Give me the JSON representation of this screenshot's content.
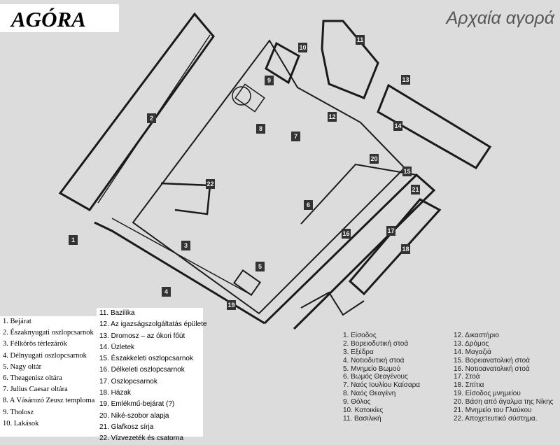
{
  "title": "AGÓRA",
  "greek_title": "Αρχαία αγορά",
  "colors": {
    "background": "#dcdcdc",
    "walls": "#1a1a1a",
    "marker": "#333333"
  },
  "markers": [
    "1",
    "2",
    "3",
    "4",
    "5",
    "6",
    "7",
    "8",
    "9",
    "10",
    "11",
    "12",
    "13",
    "14",
    "15",
    "16",
    "17",
    "18",
    "19",
    "20",
    "21",
    "22"
  ],
  "legend_hu": [
    "1. Bejárat",
    "2. Északnyugati oszlopcsarnok",
    "3. Félkörös térlezárók",
    "4. Délnyugati oszlopcsarnok",
    "5. Nagy oltár",
    "6. Theagenisz oltára",
    "7. Julius Caesar oltára",
    "8. A Vásározó Zeusz temploma",
    "9. Tholosz",
    "10. Lakások",
    "11. Bazilika",
    "12. Az igazságszolgáltatás épülete",
    "13. Dromosz – az ókori főút",
    "14. Üzletek",
    "15. Északkeleti oszlopcsarnok",
    "16. Délkeleti oszlopcsarnok",
    "17. Oszlopcsarnok",
    "18. Házak",
    "19. Emlékmű-bejárat (?)",
    "20. Niké-szobor alapja",
    "21. Glafkosz sírja",
    "22. Vízvezeték és csatorna"
  ],
  "legend_gr": [
    "1. Είσοδος",
    "2. Βορειοδυτική στοά",
    "3. Εξέδρα",
    "4. Νοτιοδυτική στοά",
    "5. Μνημείο Βωμού",
    "6. Βωμός Θεαγένους",
    "7. Ναός Ιουλίου Καίσαρα",
    "8. Ναός Θεαγένη",
    "9. Θόλος",
    "10. Κατοικίες",
    "11. Βασιλική",
    "12. Δικαστήριο",
    "13. Δρόμος",
    "14. Μαγαζιά",
    "15. Βορειανατολική στοά",
    "16. Νοτιοανατολική στοά",
    "17. Στοά",
    "18. Σπίτια",
    "19. Είσοδος μνημείου",
    "20. Βάση από άγαλμα της Νίκης",
    "21. Μνημείο του Γλαύκου",
    "22. Αποχετευτικό σύστημα."
  ]
}
